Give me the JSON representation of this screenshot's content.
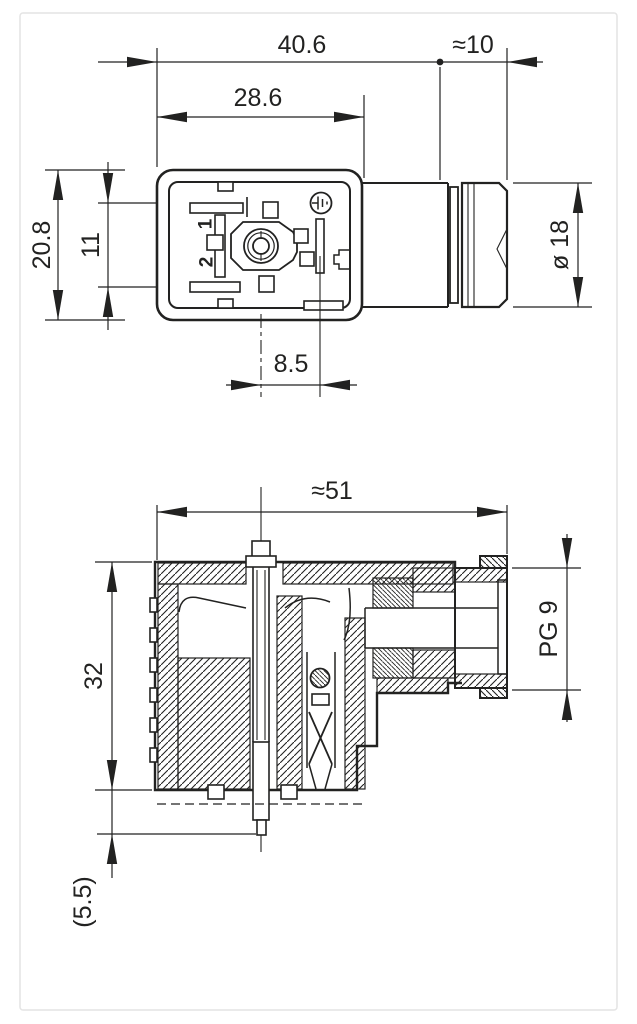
{
  "front_view": {
    "dims": {
      "overall_width": "40.6",
      "gland_length": "≈10",
      "face_width": "28.6",
      "body_height": "20.8",
      "contact_spacing": "11",
      "center_to_ground": "8.5",
      "gland_diameter": "ø 18"
    },
    "pins": {
      "pin1": "1",
      "pin2": "2"
    }
  },
  "section_view": {
    "dims": {
      "overall_length": "≈51",
      "body_height": "32",
      "cable_thread": "PG 9",
      "pin_protrusion": "(5.5)"
    }
  },
  "colors": {
    "line": "#222221",
    "frame": "#e4e4e4",
    "background": "#ffffff"
  }
}
